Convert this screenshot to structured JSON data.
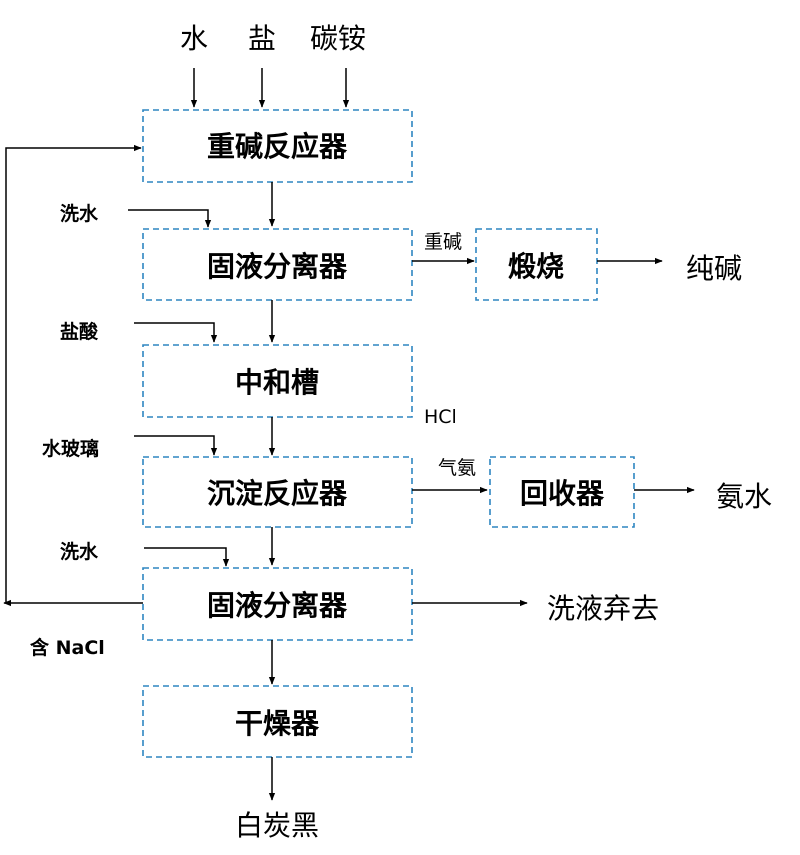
{
  "inputs": {
    "water": "水",
    "salt": "盐",
    "ammonium_bicarbonate": "碳铵"
  },
  "boxes": {
    "heavy_soda_reactor": "重碱反应器",
    "solid_liquid_separator_1": "固液分离器",
    "calcination": "煅烧",
    "neutralization_tank": "中和槽",
    "precipitation_reactor": "沉淀反应器",
    "recovery_unit": "回收器",
    "solid_liquid_separator_2": "固液分离器",
    "dryer": "干燥器"
  },
  "side_inputs": {
    "wash_water_1": "洗水",
    "hydrochloric_acid": "盐酸",
    "water_glass": "水玻璃",
    "wash_water_2": "洗水"
  },
  "flows": {
    "heavy_soda": "重碱",
    "soda_ash": "纯碱",
    "hcl": "HCl",
    "ammonia_gas": "气氨",
    "ammonia_water": "氨水",
    "wash_liquid_discarded": "洗液弃去",
    "contains_nacl": "含 NaCl",
    "white_carbon_black": "白炭黑"
  },
  "colors": {
    "box_border": "#2e86c1",
    "arrow": "#000000",
    "text": "#000000"
  }
}
